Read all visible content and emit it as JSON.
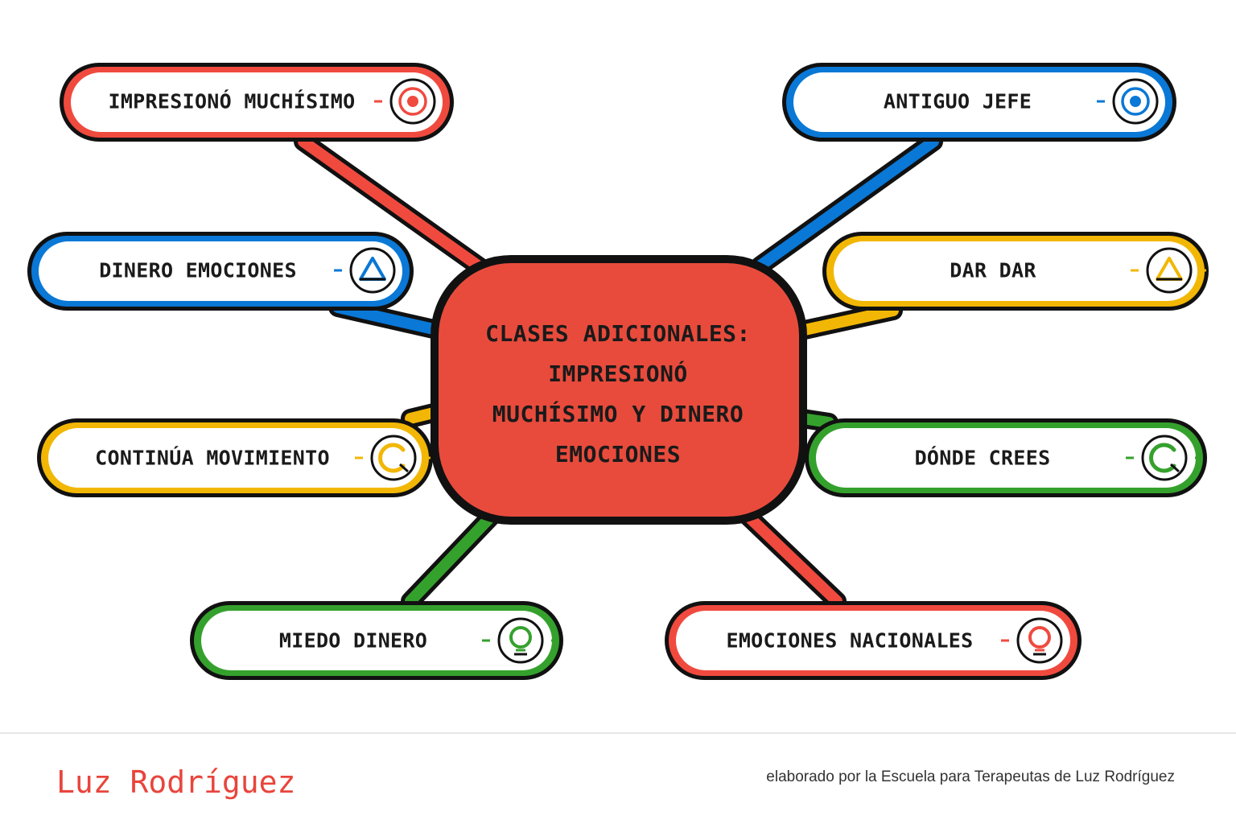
{
  "colors": {
    "red": "#f04a3f",
    "blue": "#0a78d6",
    "yellow": "#f2b705",
    "green": "#35a12d",
    "center_fill": "#e84b3c",
    "outline": "#111111"
  },
  "center": {
    "lines": [
      "CLASES ADICIONALES:",
      "IMPRESIONÓ",
      "MUCHÍSIMO Y DINERO",
      "EMOCIONES"
    ]
  },
  "nodes": [
    {
      "id": "impresiono-muchisimo",
      "label": "IMPRESIONÓ MUCHÍSIMO",
      "color": "red",
      "icon": "target-icon"
    },
    {
      "id": "antiguo-jefe",
      "label": "ANTIGUO JEFE",
      "color": "blue",
      "icon": "target-icon"
    },
    {
      "id": "dinero-emociones",
      "label": "DINERO EMOCIONES",
      "color": "blue",
      "icon": "triangle-icon"
    },
    {
      "id": "dar-dar",
      "label": "DAR DAR",
      "color": "yellow",
      "icon": "triangle-icon"
    },
    {
      "id": "continua-movimiento",
      "label": "CONTINÚA MOVIMIENTO",
      "color": "yellow",
      "icon": "c-ring-icon"
    },
    {
      "id": "donde-crees",
      "label": "DÓNDE CREES",
      "color": "green",
      "icon": "c-ring-icon"
    },
    {
      "id": "miedo-dinero",
      "label": "MIEDO DINERO",
      "color": "green",
      "icon": "bulb-icon"
    },
    {
      "id": "emociones-nacionales",
      "label": "EMOCIONES NACIONALES",
      "color": "red",
      "icon": "bulb-icon"
    }
  ],
  "footer": {
    "author": "Luz Rodríguez",
    "credit": "elaborado por la Escuela para Terapeutas de Luz Rodríguez"
  }
}
